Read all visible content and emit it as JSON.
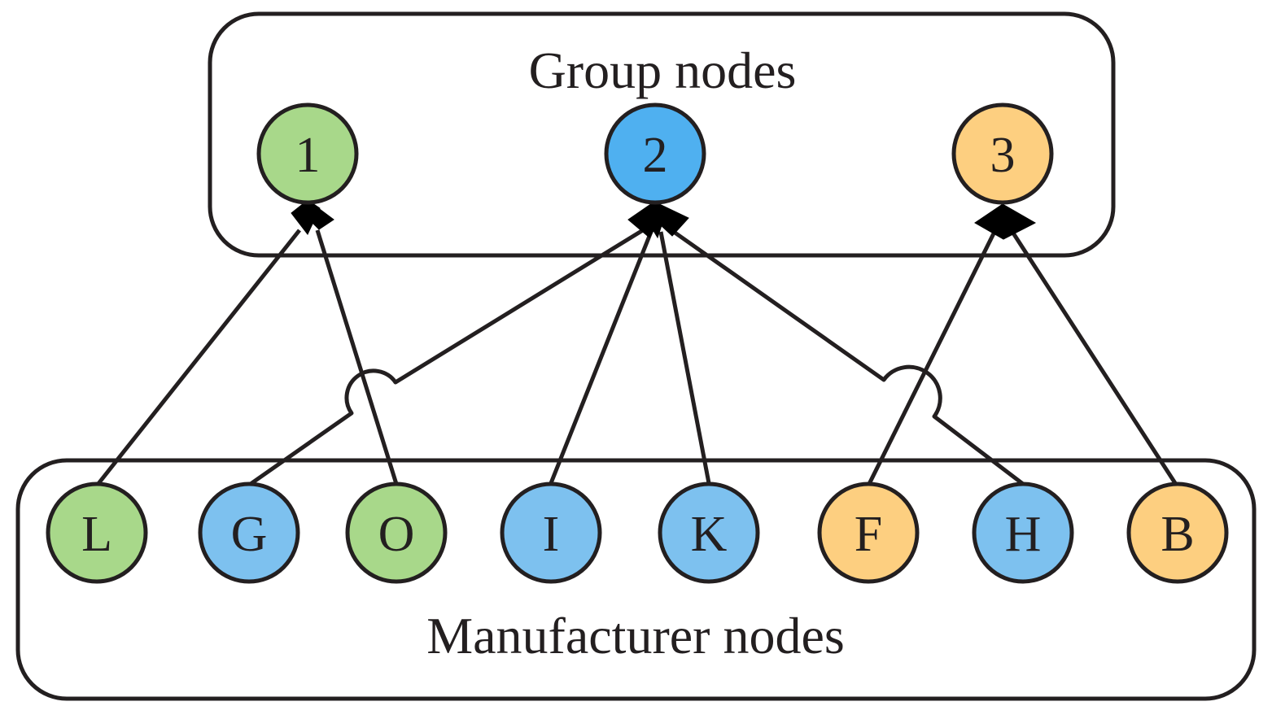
{
  "group_box": {
    "title": "Group nodes"
  },
  "manufacturer_box": {
    "title": "Manufacturer nodes"
  },
  "colors": {
    "green": "#a8d88a",
    "blue_dark": "#4fb0f0",
    "blue_light": "#7dc1ef",
    "orange": "#fdcf80",
    "stroke": "#231f20"
  },
  "group_nodes": [
    {
      "id": "g1",
      "label": "1",
      "color": "green"
    },
    {
      "id": "g2",
      "label": "2",
      "color": "blue_dark"
    },
    {
      "id": "g3",
      "label": "3",
      "color": "orange"
    }
  ],
  "manufacturer_nodes": [
    {
      "id": "L",
      "label": "L",
      "color": "green"
    },
    {
      "id": "G",
      "label": "G",
      "color": "blue_light"
    },
    {
      "id": "O",
      "label": "O",
      "color": "green"
    },
    {
      "id": "I",
      "label": "I",
      "color": "blue_light"
    },
    {
      "id": "K",
      "label": "K",
      "color": "blue_light"
    },
    {
      "id": "F",
      "label": "F",
      "color": "orange"
    },
    {
      "id": "H",
      "label": "H",
      "color": "blue_light"
    },
    {
      "id": "B",
      "label": "B",
      "color": "orange"
    }
  ],
  "edges": [
    {
      "from": "L",
      "to": "g1"
    },
    {
      "from": "O",
      "to": "g1"
    },
    {
      "from": "G",
      "to": "g2"
    },
    {
      "from": "I",
      "to": "g2"
    },
    {
      "from": "K",
      "to": "g2"
    },
    {
      "from": "H",
      "to": "g2"
    },
    {
      "from": "F",
      "to": "g3"
    },
    {
      "from": "B",
      "to": "g3"
    }
  ]
}
